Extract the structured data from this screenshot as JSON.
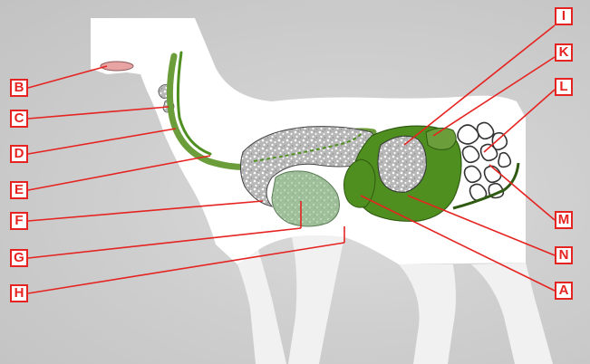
{
  "colors": {
    "accent": "#e52421",
    "organ_dark_green": "#4f8f1f",
    "organ_light_green": "#a9c3a4",
    "tract_green": "#6b9d3a",
    "silhouette": "#ffffff",
    "background": "#cfcfcf"
  },
  "labels": [
    {
      "id": "B",
      "text": "B"
    },
    {
      "id": "C",
      "text": "C"
    },
    {
      "id": "D",
      "text": "D"
    },
    {
      "id": "E",
      "text": "E"
    },
    {
      "id": "F",
      "text": "F"
    },
    {
      "id": "G",
      "text": "G"
    },
    {
      "id": "H",
      "text": "H"
    },
    {
      "id": "I",
      "text": "I"
    },
    {
      "id": "K",
      "text": "K"
    },
    {
      "id": "L",
      "text": "L"
    },
    {
      "id": "M",
      "text": "M"
    },
    {
      "id": "N",
      "text": "N"
    },
    {
      "id": "A",
      "text": "A"
    }
  ]
}
